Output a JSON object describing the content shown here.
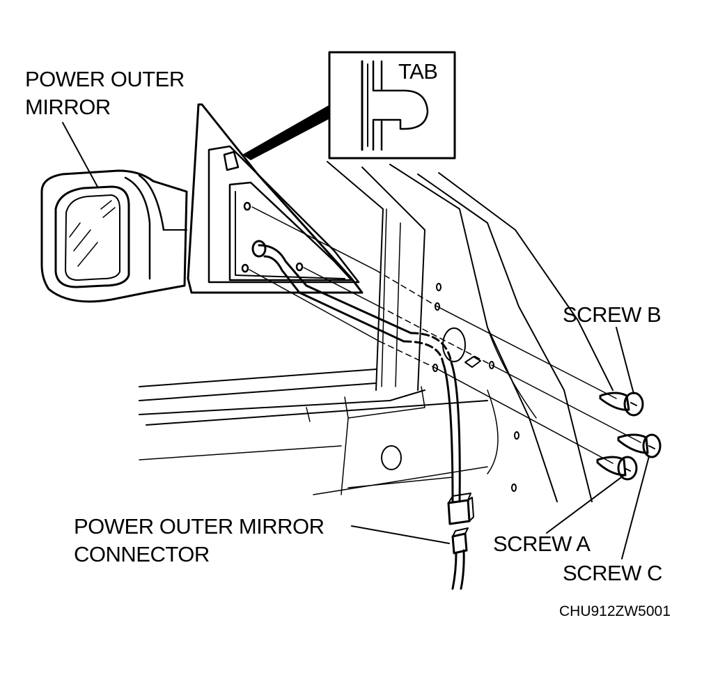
{
  "labels": {
    "power_outer_mirror_line1": "POWER OUTER",
    "power_outer_mirror_line2": "MIRROR",
    "tab": "TAB",
    "screw_b": "SCREW B",
    "screw_a": "SCREW A",
    "screw_c": "SCREW C",
    "connector_line1": "POWER OUTER MIRROR",
    "connector_line2": "CONNECTOR"
  },
  "figure_code": "CHU912ZW5001"
}
